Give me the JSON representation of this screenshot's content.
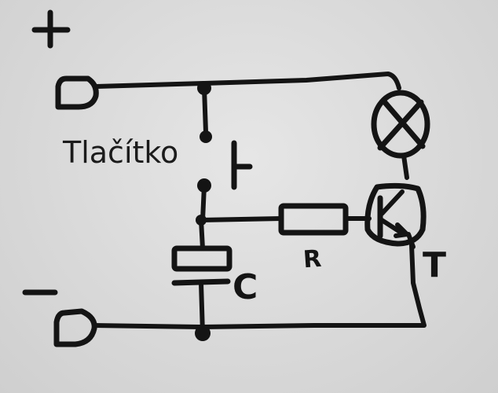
{
  "labels": {
    "plus": "+",
    "minus": "−",
    "button": "Tlačítko",
    "resistor": "R",
    "capacitor": "C",
    "transistor": "T"
  },
  "colors": {
    "ink": "#141414",
    "paper": "#dcdcdc"
  }
}
